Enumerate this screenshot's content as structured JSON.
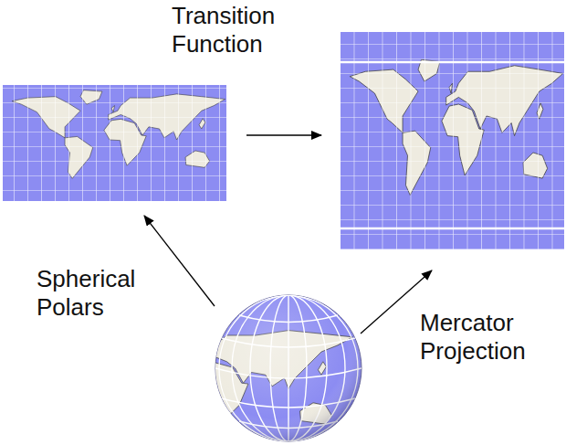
{
  "diagram": {
    "labels": [
      "Transition Function",
      "Spherical Polars",
      "Mercator Projection"
    ]
  }
}
